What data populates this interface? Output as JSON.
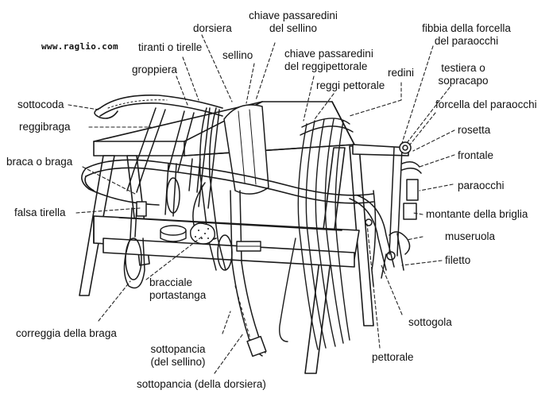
{
  "watermark": "www.raglio.com",
  "labels": {
    "dorsiera": "dorsiera",
    "chiave_sellino_1": "chiave passaredini",
    "chiave_sellino_2": "del sellino",
    "tiranti": "tiranti o tirelle",
    "sellino": "sellino",
    "chiave_regg_1": "chiave passaredini",
    "chiave_regg_2": "del reggipettorale",
    "groppiera": "groppiera",
    "reggi_pettorale": "reggi pettorale",
    "redini": "redini",
    "fibbia_1": "fibbia della forcella",
    "fibbia_2": "del paraocchi",
    "testiera_1": "testiera o",
    "testiera_2": "sopracapo",
    "forcella": "forcella del paraocchi",
    "sottocoda": "sottocoda",
    "reggibraga": "reggibraga",
    "rosetta": "rosetta",
    "frontale": "frontale",
    "braca": "braca o braga",
    "paraocchi": "paraocchi",
    "falsa_tirella": "falsa tirella",
    "montante": "montante della briglia",
    "museruola": "museruola",
    "filetto": "filetto",
    "bracciale_1": "bracciale",
    "bracciale_2": "portastanga",
    "sottogola": "sottogola",
    "correggia": "correggia della braga",
    "sottopancia_sel_1": "sottopancia",
    "sottopancia_sel_2": "(del sellino)",
    "pettorale": "pettorale",
    "sottopancia_dors": "sottopancia (della dorsiera)"
  }
}
